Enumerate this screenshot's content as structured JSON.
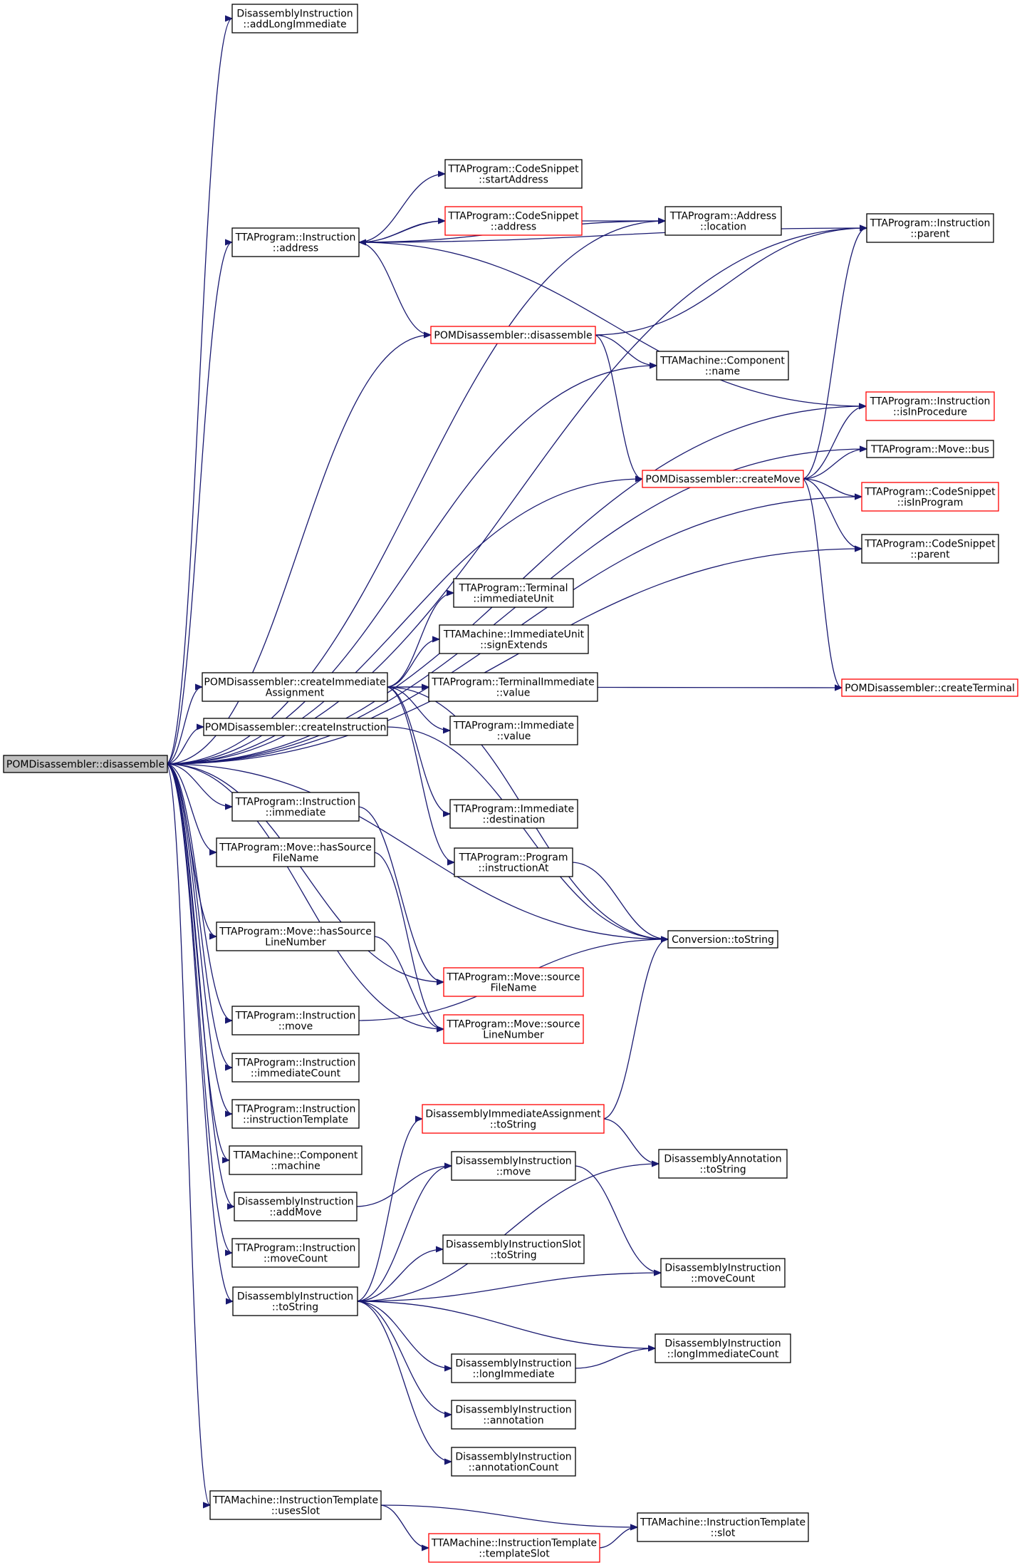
{
  "nodes": [
    {
      "id": "root",
      "lines": [
        "POMDisassembler::disassemble"
      ],
      "style": "root"
    },
    {
      "id": "addLongImmediate",
      "lines": [
        "DisassemblyInstruction",
        "::addLongImmediate"
      ],
      "style": "normal"
    },
    {
      "id": "instrAddress",
      "lines": [
        "TTAProgram::Instruction",
        "::address"
      ],
      "style": "normal"
    },
    {
      "id": "startAddress",
      "lines": [
        "TTAProgram::CodeSnippet",
        "::startAddress"
      ],
      "style": "normal"
    },
    {
      "id": "csAddress",
      "lines": [
        "TTAProgram::CodeSnippet",
        "::address"
      ],
      "style": "red"
    },
    {
      "id": "location",
      "lines": [
        "TTAProgram::Address",
        "::location"
      ],
      "style": "normal"
    },
    {
      "id": "instrParent",
      "lines": [
        "TTAProgram::Instruction",
        "::parent"
      ],
      "style": "normal"
    },
    {
      "id": "pomDisassemble",
      "lines": [
        "POMDisassembler::disassemble"
      ],
      "style": "red"
    },
    {
      "id": "compName",
      "lines": [
        "TTAMachine::Component",
        "::name"
      ],
      "style": "normal"
    },
    {
      "id": "isInProcedure",
      "lines": [
        "TTAProgram::Instruction",
        "::isInProcedure"
      ],
      "style": "red"
    },
    {
      "id": "moveBus",
      "lines": [
        "TTAProgram::Move::bus"
      ],
      "style": "normal"
    },
    {
      "id": "createMove",
      "lines": [
        "POMDisassembler::createMove"
      ],
      "style": "red"
    },
    {
      "id": "isInProgram",
      "lines": [
        "TTAProgram::CodeSnippet",
        "::isInProgram"
      ],
      "style": "red"
    },
    {
      "id": "csParent",
      "lines": [
        "TTAProgram::CodeSnippet",
        "::parent"
      ],
      "style": "normal"
    },
    {
      "id": "immediateUnit",
      "lines": [
        "TTAProgram::Terminal",
        "::immediateUnit"
      ],
      "style": "normal"
    },
    {
      "id": "signExtends",
      "lines": [
        "TTAMachine::ImmediateUnit",
        "::signExtends"
      ],
      "style": "normal"
    },
    {
      "id": "createImmAssign",
      "lines": [
        "POMDisassembler::createImmediate",
        "Assignment"
      ],
      "style": "normal"
    },
    {
      "id": "termImmValue",
      "lines": [
        "TTAProgram::TerminalImmediate",
        "::value"
      ],
      "style": "normal"
    },
    {
      "id": "createTerminal",
      "lines": [
        "POMDisassembler::createTerminal"
      ],
      "style": "red"
    },
    {
      "id": "createInstruction",
      "lines": [
        "POMDisassembler::createInstruction"
      ],
      "style": "normal"
    },
    {
      "id": "immValue",
      "lines": [
        "TTAProgram::Immediate",
        "::value"
      ],
      "style": "normal"
    },
    {
      "id": "instrImmediate",
      "lines": [
        "TTAProgram::Instruction",
        "::immediate"
      ],
      "style": "normal"
    },
    {
      "id": "immDestination",
      "lines": [
        "TTAProgram::Immediate",
        "::destination"
      ],
      "style": "normal"
    },
    {
      "id": "hasSourceFileName",
      "lines": [
        "TTAProgram::Move::hasSource",
        "FileName"
      ],
      "style": "normal"
    },
    {
      "id": "instructionAt",
      "lines": [
        "TTAProgram::Program",
        "::instructionAt"
      ],
      "style": "normal"
    },
    {
      "id": "hasSourceLineNumber",
      "lines": [
        "TTAProgram::Move::hasSource",
        "LineNumber"
      ],
      "style": "normal"
    },
    {
      "id": "convToString",
      "lines": [
        "Conversion::toString"
      ],
      "style": "normal"
    },
    {
      "id": "sourceFileName",
      "lines": [
        "TTAProgram::Move::source",
        "FileName"
      ],
      "style": "red"
    },
    {
      "id": "instrMove",
      "lines": [
        "TTAProgram::Instruction",
        "::move"
      ],
      "style": "normal"
    },
    {
      "id": "sourceLineNumber",
      "lines": [
        "TTAProgram::Move::source",
        "LineNumber"
      ],
      "style": "red"
    },
    {
      "id": "immediateCount",
      "lines": [
        "TTAProgram::Instruction",
        "::immediateCount"
      ],
      "style": "normal"
    },
    {
      "id": "instructionTemplate",
      "lines": [
        "TTAProgram::Instruction",
        "::instructionTemplate"
      ],
      "style": "normal"
    },
    {
      "id": "diaToString",
      "lines": [
        "DisassemblyImmediateAssignment",
        "::toString"
      ],
      "style": "red"
    },
    {
      "id": "compMachine",
      "lines": [
        "TTAMachine::Component",
        "::machine"
      ],
      "style": "normal"
    },
    {
      "id": "diMove",
      "lines": [
        "DisassemblyInstruction",
        "::move"
      ],
      "style": "normal"
    },
    {
      "id": "annToString",
      "lines": [
        "DisassemblyAnnotation",
        "::toString"
      ],
      "style": "normal"
    },
    {
      "id": "addMove",
      "lines": [
        "DisassemblyInstruction",
        "::addMove"
      ],
      "style": "normal"
    },
    {
      "id": "disToString",
      "lines": [
        "DisassemblyInstructionSlot",
        "::toString"
      ],
      "style": "normal"
    },
    {
      "id": "instrMoveCount",
      "lines": [
        "TTAProgram::Instruction",
        "::moveCount"
      ],
      "style": "normal"
    },
    {
      "id": "diMoveCount",
      "lines": [
        "DisassemblyInstruction",
        "::moveCount"
      ],
      "style": "normal"
    },
    {
      "id": "diToString",
      "lines": [
        "DisassemblyInstruction",
        "::toString"
      ],
      "style": "normal"
    },
    {
      "id": "diLongImmCount",
      "lines": [
        "DisassemblyInstruction",
        "::longImmediateCount"
      ],
      "style": "normal"
    },
    {
      "id": "diLongImm",
      "lines": [
        "DisassemblyInstruction",
        "::longImmediate"
      ],
      "style": "normal"
    },
    {
      "id": "diAnnotation",
      "lines": [
        "DisassemblyInstruction",
        "::annotation"
      ],
      "style": "normal"
    },
    {
      "id": "diAnnotationCount",
      "lines": [
        "DisassemblyInstruction",
        "::annotationCount"
      ],
      "style": "normal"
    },
    {
      "id": "usesSlot",
      "lines": [
        "TTAMachine::InstructionTemplate",
        "::usesSlot"
      ],
      "style": "normal"
    },
    {
      "id": "itSlot",
      "lines": [
        "TTAMachine::InstructionTemplate",
        "::slot"
      ],
      "style": "normal"
    },
    {
      "id": "templateSlot",
      "lines": [
        "TTAMachine::InstructionTemplate",
        "::templateSlot"
      ],
      "style": "red"
    }
  ],
  "edges": [
    [
      "root",
      "addLongImmediate"
    ],
    [
      "root",
      "instrParent"
    ],
    [
      "root",
      "location"
    ],
    [
      "root",
      "instrAddress"
    ],
    [
      "root",
      "pomDisassemble"
    ],
    [
      "root",
      "compName"
    ],
    [
      "root",
      "isInProcedure"
    ],
    [
      "root",
      "moveBus"
    ],
    [
      "root",
      "createMove"
    ],
    [
      "root",
      "isInProgram"
    ],
    [
      "root",
      "csParent"
    ],
    [
      "root",
      "createImmAssign"
    ],
    [
      "root",
      "createInstruction"
    ],
    [
      "root",
      "convToString"
    ],
    [
      "root",
      "instrImmediate"
    ],
    [
      "root",
      "hasSourceFileName"
    ],
    [
      "root",
      "sourceFileName"
    ],
    [
      "root",
      "hasSourceLineNumber"
    ],
    [
      "root",
      "sourceLineNumber"
    ],
    [
      "root",
      "instrMove"
    ],
    [
      "root",
      "immediateCount"
    ],
    [
      "root",
      "instructionTemplate"
    ],
    [
      "root",
      "compMachine"
    ],
    [
      "root",
      "addMove"
    ],
    [
      "root",
      "instrMoveCount"
    ],
    [
      "root",
      "diToString"
    ],
    [
      "root",
      "usesSlot"
    ],
    [
      "instrAddress",
      "startAddress"
    ],
    [
      "instrAddress",
      "csAddress"
    ],
    [
      "instrAddress",
      "location"
    ],
    [
      "instrAddress",
      "instrParent"
    ],
    [
      "instrAddress",
      "pomDisassemble"
    ],
    [
      "instrAddress",
      "isInProcedure"
    ],
    [
      "csAddress",
      "instrAddress"
    ],
    [
      "csAddress",
      "location"
    ],
    [
      "pomDisassemble",
      "instrParent"
    ],
    [
      "pomDisassemble",
      "compName"
    ],
    [
      "pomDisassemble",
      "createMove"
    ],
    [
      "createMove",
      "instrParent"
    ],
    [
      "createMove",
      "isInProcedure"
    ],
    [
      "createMove",
      "moveBus"
    ],
    [
      "createMove",
      "isInProgram"
    ],
    [
      "createMove",
      "csParent"
    ],
    [
      "createMove",
      "createTerminal"
    ],
    [
      "createImmAssign",
      "immediateUnit"
    ],
    [
      "createImmAssign",
      "signExtends"
    ],
    [
      "createImmAssign",
      "termImmValue"
    ],
    [
      "createImmAssign",
      "immValue"
    ],
    [
      "createImmAssign",
      "createTerminal"
    ],
    [
      "createImmAssign",
      "immDestination"
    ],
    [
      "createImmAssign",
      "instructionAt"
    ],
    [
      "createImmAssign",
      "convToString"
    ],
    [
      "createInstruction",
      "convToString"
    ],
    [
      "instructionAt",
      "convToString"
    ],
    [
      "instrImmediate",
      "sourceFileName"
    ],
    [
      "hasSourceFileName",
      "sourceLineNumber"
    ],
    [
      "hasSourceLineNumber",
      "sourceLineNumber"
    ],
    [
      "instrMove",
      "convToString"
    ],
    [
      "diaToString",
      "convToString"
    ],
    [
      "diaToString",
      "annToString"
    ],
    [
      "addMove",
      "diMove"
    ],
    [
      "diMove",
      "diMoveCount"
    ],
    [
      "diToString",
      "diaToString"
    ],
    [
      "diToString",
      "diMove"
    ],
    [
      "diToString",
      "annToString"
    ],
    [
      "diToString",
      "disToString"
    ],
    [
      "diToString",
      "diMoveCount"
    ],
    [
      "diToString",
      "diLongImmCount"
    ],
    [
      "diToString",
      "diLongImm"
    ],
    [
      "diToString",
      "diAnnotation"
    ],
    [
      "diToString",
      "diAnnotationCount"
    ],
    [
      "diLongImm",
      "diLongImmCount"
    ],
    [
      "usesSlot",
      "itSlot"
    ],
    [
      "usesSlot",
      "templateSlot"
    ],
    [
      "templateSlot",
      "itSlot"
    ]
  ]
}
